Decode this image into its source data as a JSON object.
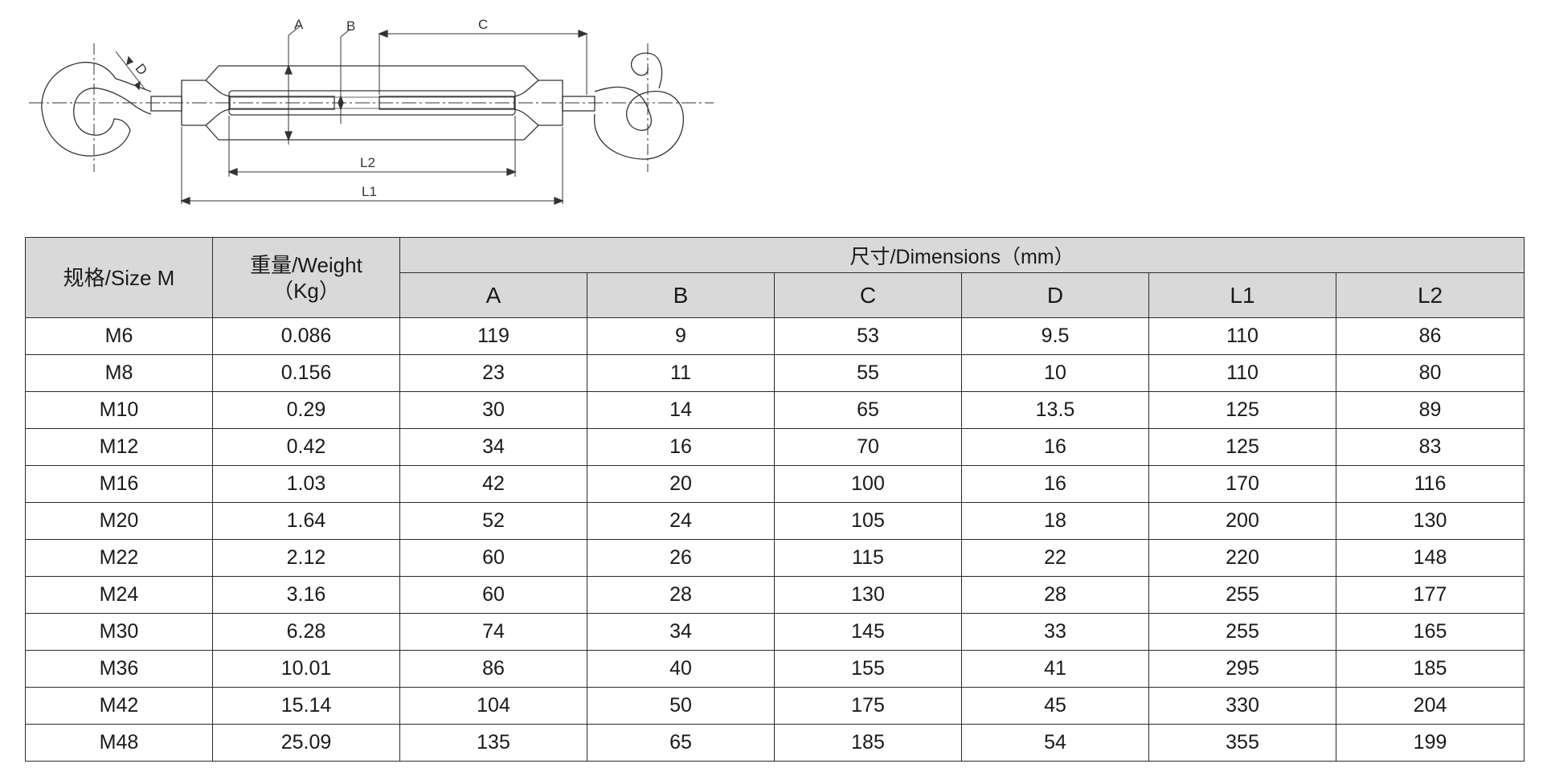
{
  "drawing": {
    "labels": {
      "a": "A",
      "b": "B",
      "c": "C",
      "d": "D",
      "l1": "L1",
      "l2": "L2"
    }
  },
  "table": {
    "size_header": "规格/Size   M",
    "weight_header_line1": "重量/Weight",
    "weight_header_line2": "（Kg）",
    "dimensions_header": "尺寸/Dimensions（mm）",
    "dimension_columns": [
      "A",
      "B",
      "C",
      "D",
      "L1",
      "L2"
    ],
    "rows": [
      {
        "size": "M6",
        "weight": "0.086",
        "a": "119",
        "b": "9",
        "c": "53",
        "d": "9.5",
        "l1": "110",
        "l2": "86"
      },
      {
        "size": "M8",
        "weight": "0.156",
        "a": "23",
        "b": "11",
        "c": "55",
        "d": "10",
        "l1": "110",
        "l2": "80"
      },
      {
        "size": "M10",
        "weight": "0.29",
        "a": "30",
        "b": "14",
        "c": "65",
        "d": "13.5",
        "l1": "125",
        "l2": "89"
      },
      {
        "size": "M12",
        "weight": "0.42",
        "a": "34",
        "b": "16",
        "c": "70",
        "d": "16",
        "l1": "125",
        "l2": "83"
      },
      {
        "size": "M16",
        "weight": "1.03",
        "a": "42",
        "b": "20",
        "c": "100",
        "d": "16",
        "l1": "170",
        "l2": "116"
      },
      {
        "size": "M20",
        "weight": "1.64",
        "a": "52",
        "b": "24",
        "c": "105",
        "d": "18",
        "l1": "200",
        "l2": "130"
      },
      {
        "size": "M22",
        "weight": "2.12",
        "a": "60",
        "b": "26",
        "c": "115",
        "d": "22",
        "l1": "220",
        "l2": "148"
      },
      {
        "size": "M24",
        "weight": "3.16",
        "a": "60",
        "b": "28",
        "c": "130",
        "d": "28",
        "l1": "255",
        "l2": "177"
      },
      {
        "size": "M30",
        "weight": "6.28",
        "a": "74",
        "b": "34",
        "c": "145",
        "d": "33",
        "l1": "255",
        "l2": "165"
      },
      {
        "size": "M36",
        "weight": "10.01",
        "a": "86",
        "b": "40",
        "c": "155",
        "d": "41",
        "l1": "295",
        "l2": "185"
      },
      {
        "size": "M42",
        "weight": "15.14",
        "a": "104",
        "b": "50",
        "c": "175",
        "d": "45",
        "l1": "330",
        "l2": "204"
      },
      {
        "size": "M48",
        "weight": "25.09",
        "a": "135",
        "b": "65",
        "c": "185",
        "d": "54",
        "l1": "355",
        "l2": "199"
      }
    ]
  }
}
